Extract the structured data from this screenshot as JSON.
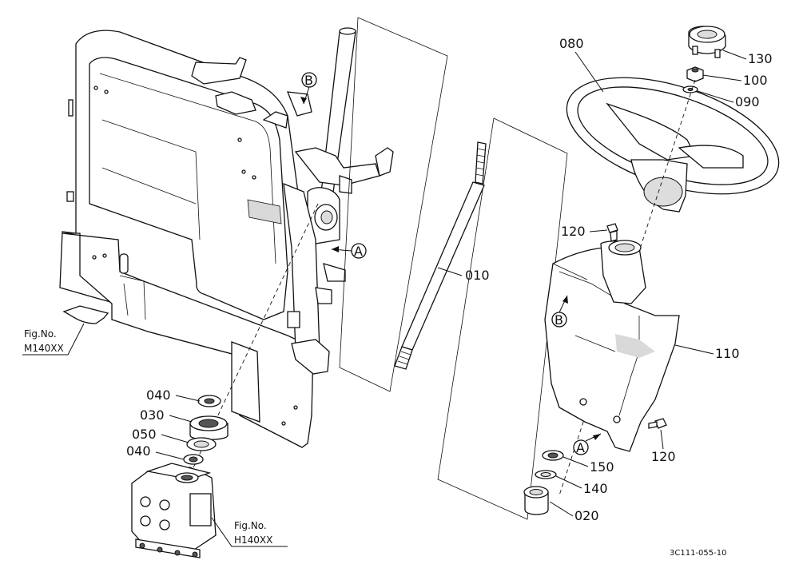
{
  "diagram": {
    "part_labels": {
      "p010": "010",
      "p020": "020",
      "p030": "030",
      "p040a": "040",
      "p040b": "040",
      "p050": "050",
      "p080": "080",
      "p090": "090",
      "p100": "100",
      "p110": "110",
      "p120a": "120",
      "p120b": "120",
      "p130": "130",
      "p140": "140",
      "p150": "150"
    },
    "ref_labels": {
      "a_left": "A",
      "b_left": "B",
      "a_right": "A",
      "b_right": "B"
    },
    "fig_refs": {
      "m_title": "Fig.No.",
      "m_code": "M140XX",
      "h_title": "Fig.No.",
      "h_code": "H140XX"
    },
    "drawing_code": "3C111-055-10"
  }
}
